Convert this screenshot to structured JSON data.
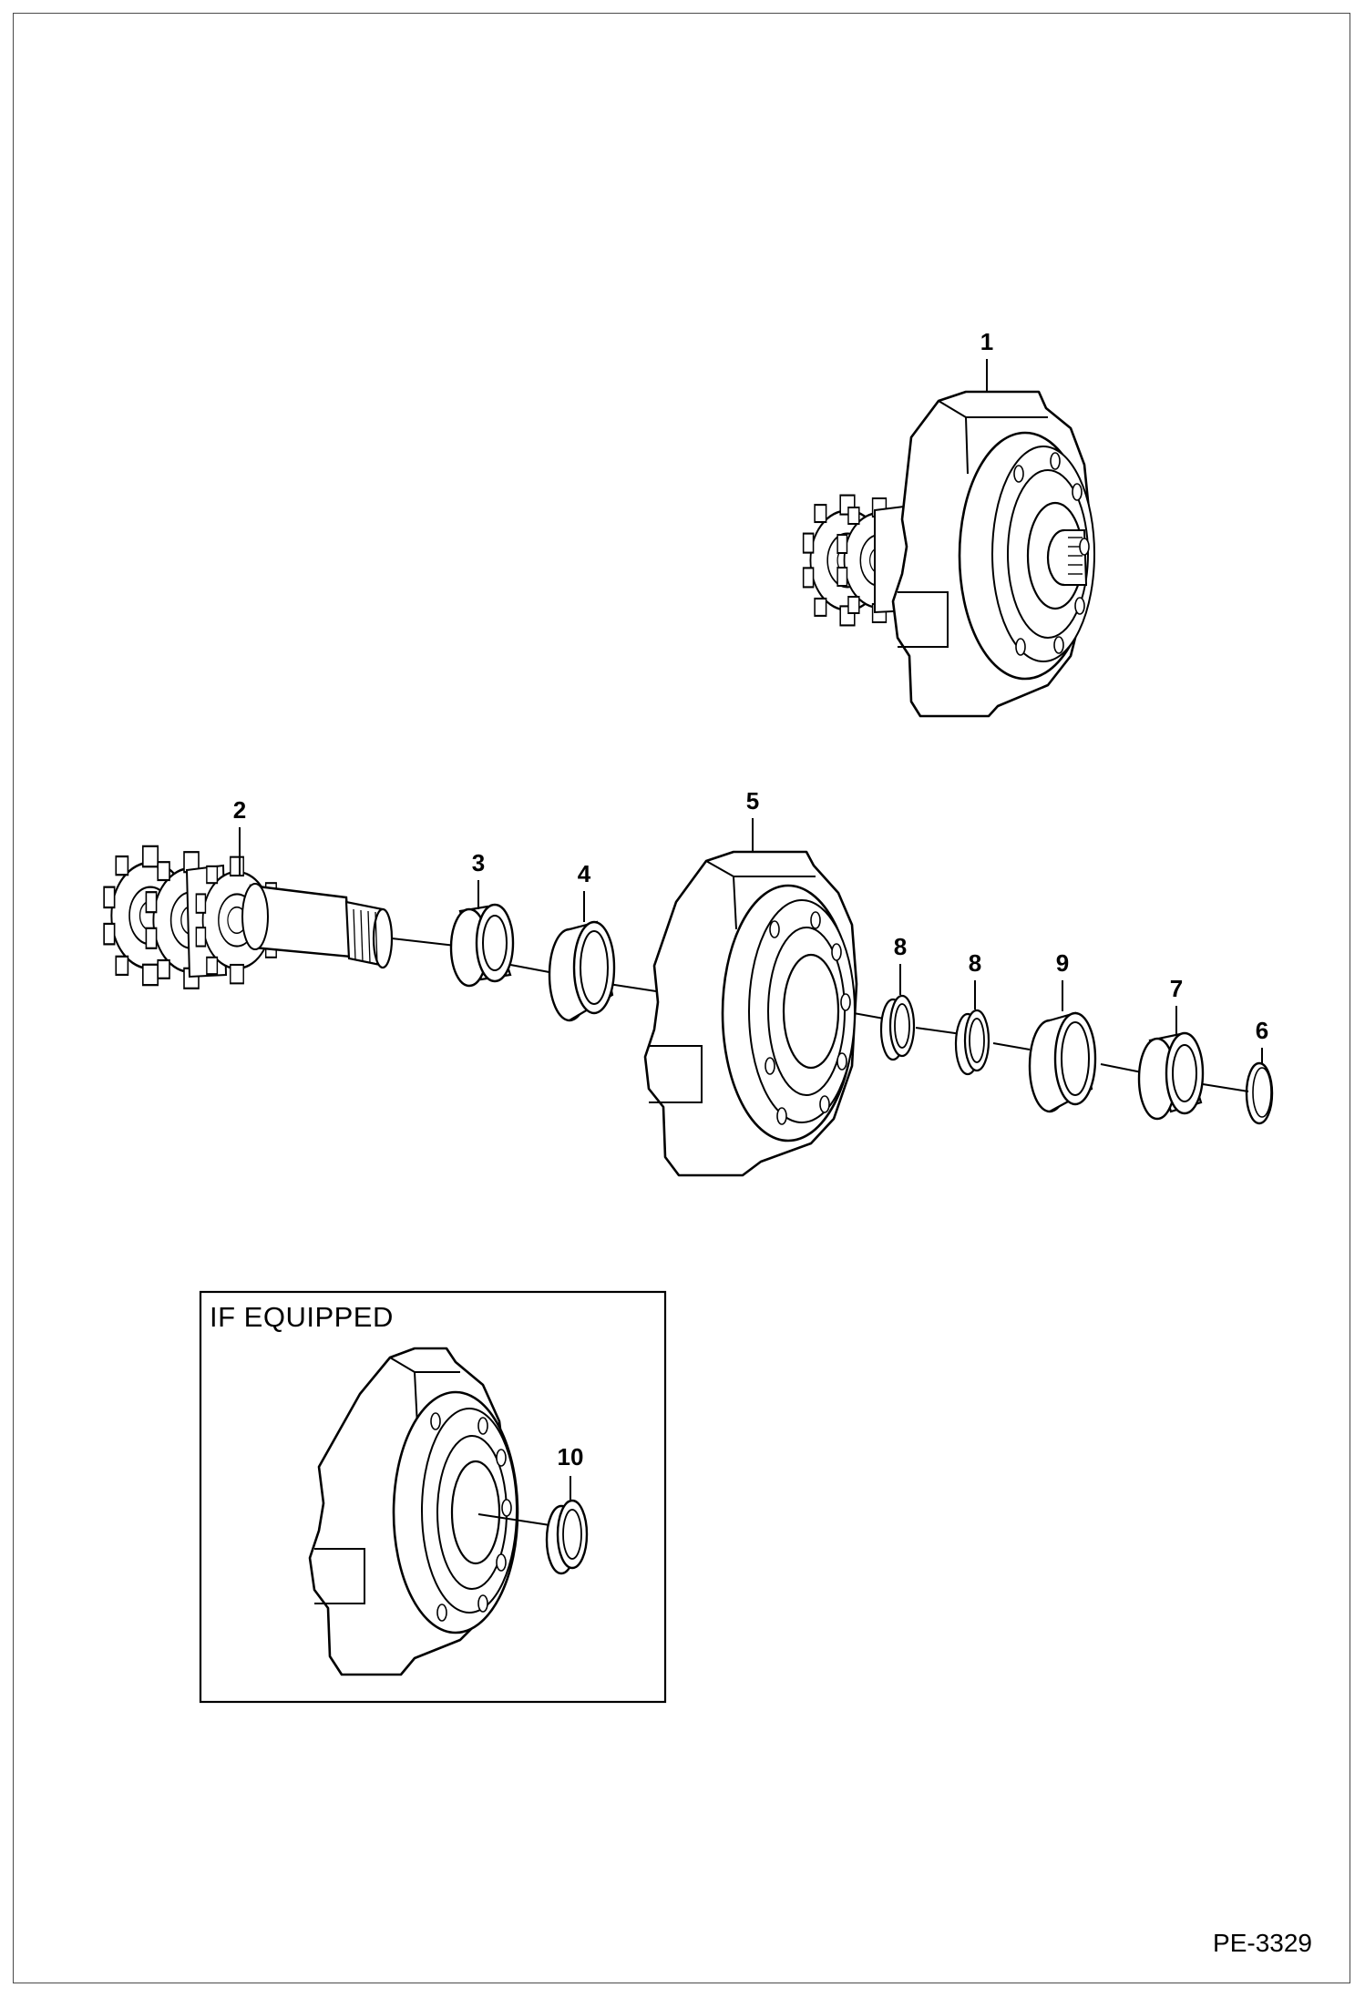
{
  "callouts": {
    "c1": "1",
    "c2": "2",
    "c3": "3",
    "c4": "4",
    "c5": "5",
    "c6": "6",
    "c7": "7",
    "c8a": "8",
    "c8b": "8",
    "c9": "9",
    "c10": "10"
  },
  "inset": {
    "title": "IF EQUIPPED"
  },
  "figure_code": "PE-3329"
}
